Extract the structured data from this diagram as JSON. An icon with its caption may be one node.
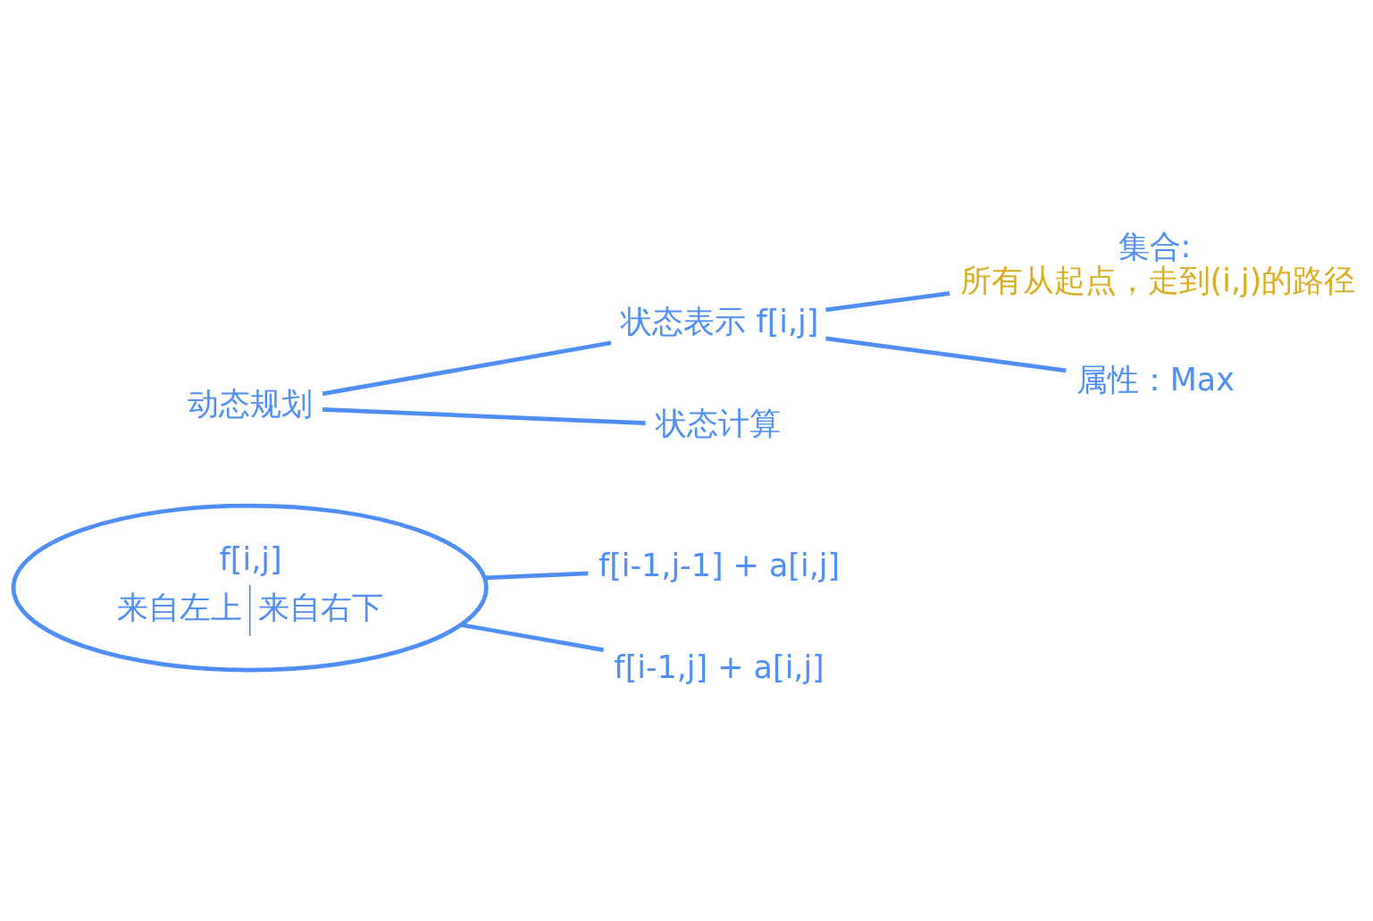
{
  "diagram": {
    "nodes": [
      {
        "text": [
          "动态规划"
        ]
      },
      {
        "text": [
          "状态表示 f[i,j]"
        ]
      },
      {
        "text": [
          "集合:",
          "所有从起点，走到(i,j)的路径"
        ]
      },
      {
        "text": [
          "属性：Max"
        ]
      },
      {
        "text": [
          "状态计算"
        ]
      },
      {
        "text": [
          "f[i,j]",
          "来自左上",
          "来自右下"
        ]
      },
      {
        "text": [
          "f[i-1,j-1] + a[i,j]"
        ]
      },
      {
        "text": [
          "f[i-1,j] + a[i,j]"
        ]
      }
    ],
    "edges": [
      {
        "from": 0,
        "to": 1,
        "arrow": "none"
      },
      {
        "from": 0,
        "to": 4,
        "arrow": "none"
      },
      {
        "from": 1,
        "to": 2,
        "arrow": "none"
      },
      {
        "from": 1,
        "to": 3,
        "arrow": "none"
      },
      {
        "from": 5,
        "to": 6,
        "arrow": "none"
      },
      {
        "from": 5,
        "to": 7,
        "arrow": "none"
      }
    ]
  }
}
